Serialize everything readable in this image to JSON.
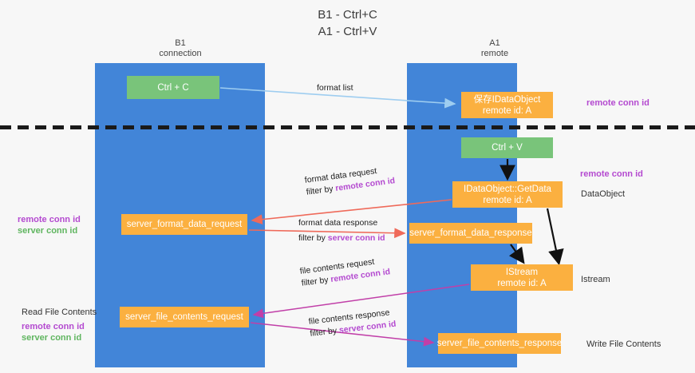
{
  "title": {
    "line1": "B1 - Ctrl+C",
    "line2": "A1 - Ctrl+V"
  },
  "lanes": [
    {
      "name": "b1",
      "id": "B1",
      "sub": "connection",
      "color": "#4285d8"
    },
    {
      "name": "a1",
      "id": "A1",
      "sub": "remote",
      "color": "#4285d8"
    }
  ],
  "boxes": {
    "ctrl_c": {
      "label": "Ctrl + C",
      "color": "#79c47a"
    },
    "idataobject": {
      "line1": "保存IDataObject",
      "line2": "remote id: A",
      "color": "#fbb040"
    },
    "ctrl_v": {
      "label": "Ctrl + V",
      "color": "#79c47a"
    },
    "getdata": {
      "line1": "IDataObject::GetData",
      "line2": "remote id: A",
      "color": "#fbb040"
    },
    "server_format_data_request": {
      "label": "server_format_data_request",
      "color": "#fbb040"
    },
    "server_format_data_response": {
      "label": "server_format_data_response",
      "color": "#fbb040"
    },
    "istream": {
      "line1": "IStream",
      "line2": "remote id: A",
      "color": "#fbb040"
    },
    "server_file_contents_request": {
      "label": "server_file_contents_request",
      "color": "#fbb040"
    },
    "server_file_contents_response": {
      "label": "server_file_contents_response",
      "color": "#fbb040"
    }
  },
  "mid_labels": {
    "format_list": "format list",
    "format_data_request": "format data request",
    "format_data_request_filter_prefix": "filter by ",
    "format_data_request_filter_key": "remote conn id",
    "format_data_response": "format data response",
    "format_data_response_filter_prefix": "filter by ",
    "format_data_response_filter_key": "server conn id",
    "file_contents_request": "file contents request",
    "file_contents_request_filter_prefix": "filter by ",
    "file_contents_request_filter_key": "remote conn id",
    "file_contents_response": "file contents response",
    "file_contents_response_filter_prefix": "filter by ",
    "file_contents_response_filter_key": "server conn id"
  },
  "side_labels": {
    "remote_conn_id_top": "remote conn id",
    "remote_conn_id_mid": "remote conn id",
    "dataobject": "DataObject",
    "istream": "Istream",
    "write_file_contents": "Write File Contents",
    "read_file_contents": "Read File Contents",
    "left_remote_conn_id": "remote conn id",
    "left_server_conn_id": "server conn id",
    "left_low_remote_conn_id": "remote conn id",
    "left_low_server_conn_id": "server conn id"
  },
  "colors": {
    "lane": "#4285d8",
    "green_box": "#79c47a",
    "orange_box": "#fbb040",
    "purple_key": "#b44ad0",
    "green_key": "#5fb55f",
    "arrow_blue": "#9ecdf0",
    "arrow_red": "#ef6a5a",
    "arrow_magenta": "#c13fa8",
    "arrow_black": "#111111",
    "divider": "#1a1a1a",
    "background": "#f7f7f7"
  }
}
